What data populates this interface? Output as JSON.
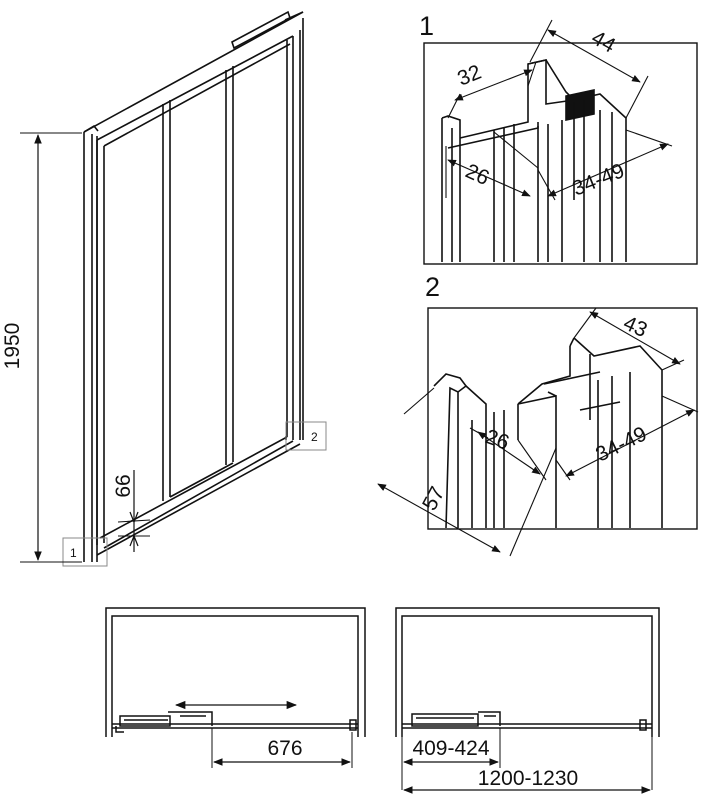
{
  "main_view": {
    "height_label": "1950",
    "threshold_label": "66",
    "callout_1": "1",
    "callout_2": "2"
  },
  "detail_1": {
    "number": "1",
    "dims": {
      "a": "44",
      "b": "32",
      "c": "26",
      "d": "34-49"
    }
  },
  "detail_2": {
    "number": "2",
    "dims": {
      "a": "43",
      "b": "26",
      "c": "34-49",
      "d": "57"
    }
  },
  "plan_left": {
    "opening_label": "676"
  },
  "plan_right": {
    "fixed_label": "409-424",
    "total_label": "1200-1230"
  }
}
